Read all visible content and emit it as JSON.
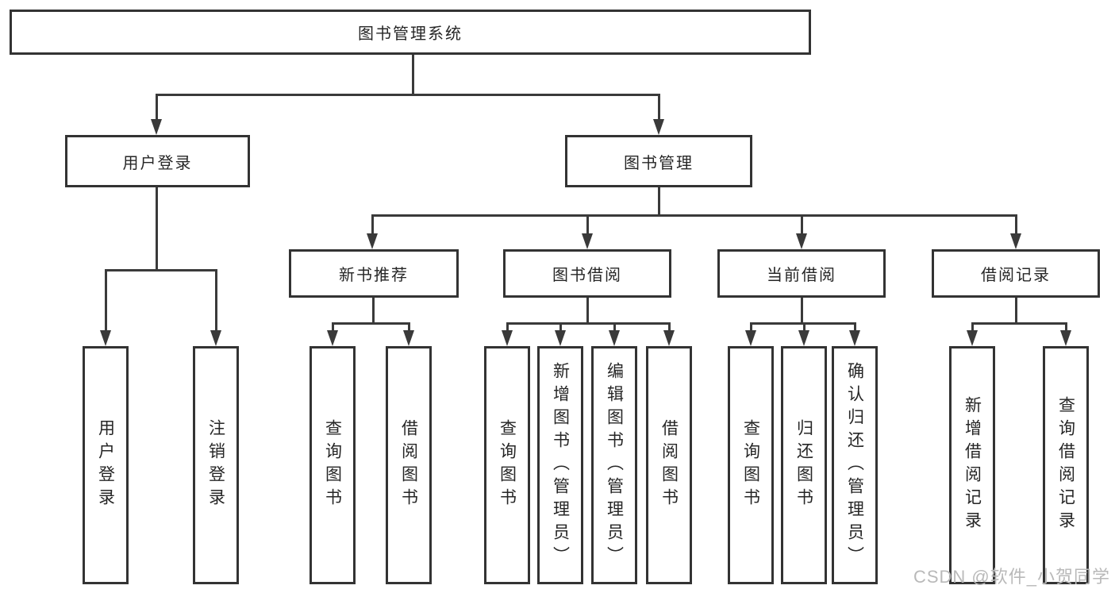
{
  "diagram": {
    "type": "tree",
    "root": {
      "label": "图书管理系统"
    },
    "level2": [
      {
        "label": "用户登录"
      },
      {
        "label": "图书管理"
      }
    ],
    "level3": [
      {
        "label": "新书推荐"
      },
      {
        "label": "图书借阅"
      },
      {
        "label": "当前借阅"
      },
      {
        "label": "借阅记录"
      }
    ],
    "leaves": {
      "user_login": [
        {
          "label": "用户登录"
        },
        {
          "label": "注销登录"
        }
      ],
      "new_book_recommend": [
        {
          "label": "查询图书"
        },
        {
          "label": "借阅图书"
        }
      ],
      "book_borrow": [
        {
          "label": "查询图书"
        },
        {
          "label": "新增图书（管理员）"
        },
        {
          "label": "编辑图书（管理员）"
        },
        {
          "label": "借阅图书"
        }
      ],
      "current_borrow": [
        {
          "label": "查询图书"
        },
        {
          "label": "归还图书"
        },
        {
          "label": "确认归还（管理员）"
        }
      ],
      "borrow_record": [
        {
          "label": "新增借阅记录"
        },
        {
          "label": "查询借阅记录"
        }
      ]
    },
    "colors": {
      "line": "#3a3a3a",
      "box_border": "#333333",
      "text": "#262626",
      "background": "#ffffff",
      "watermark": "#b9b9b9"
    }
  },
  "watermark": {
    "text": "CSDN @软件_小贺同学"
  }
}
